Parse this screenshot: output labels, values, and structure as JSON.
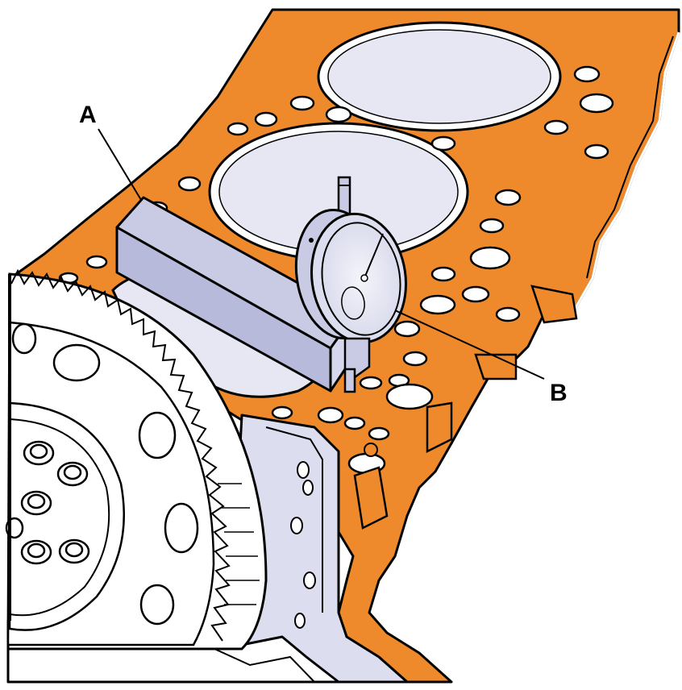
{
  "callouts": {
    "a": "A",
    "b": "B"
  },
  "colors": {
    "cylinder_head_gasket_surface": "#EE8A2C",
    "outline": "#000000",
    "cylinder_bore": "#E6E7F3",
    "tool_body": "#C9CBE4",
    "engine_casting": "#FFFFFF",
    "timing_case": "#DCDDEF"
  },
  "parts": {
    "a": "straightedge-bar",
    "b": "dial-gauge"
  }
}
